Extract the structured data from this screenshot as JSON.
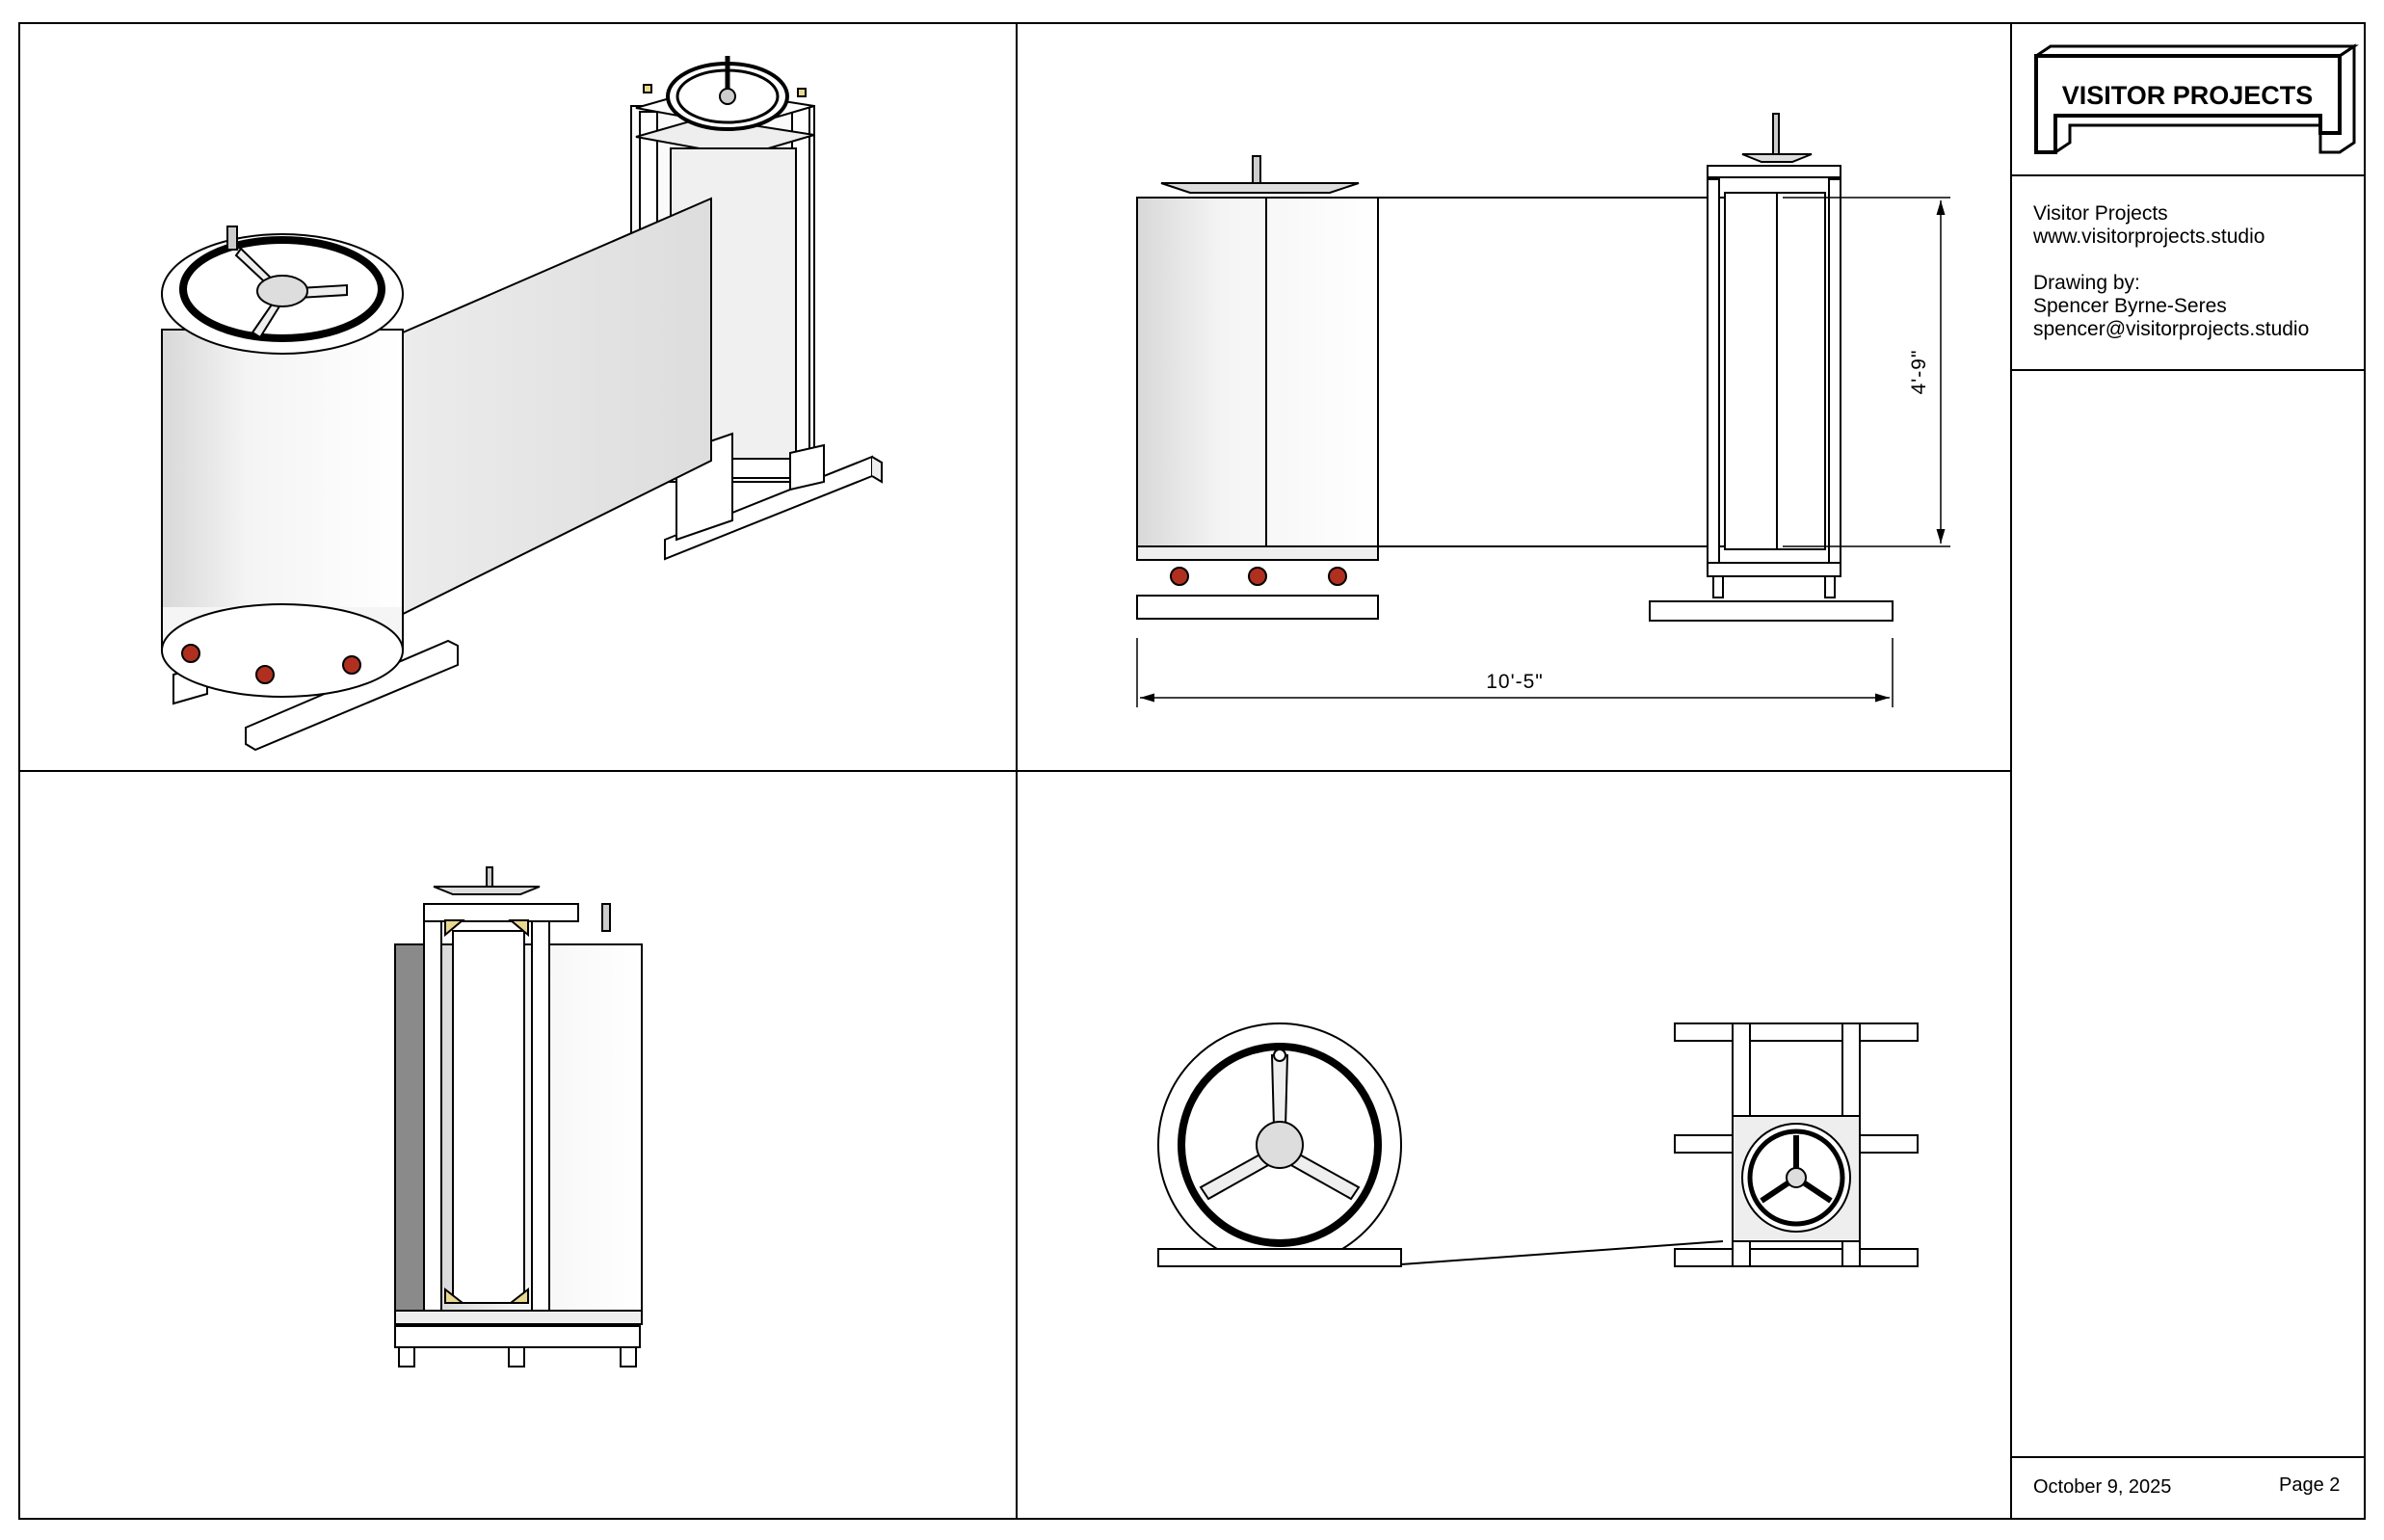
{
  "titleblock": {
    "logo_text": "VISITOR PROJECTS",
    "studio_name": "Visitor Projects",
    "website": "www.visitorprojects.studio",
    "drawing_by_label": "Drawing by:",
    "author": "Spencer Byrne-Seres",
    "email": "spencer@visitorprojects.studio",
    "date": "October 9, 2025",
    "page": "Page 2"
  },
  "views": {
    "elevation": {
      "height_dimension": "4'-9\"",
      "width_dimension": "10'-5\""
    }
  },
  "colors": {
    "line": "#000000",
    "background": "#ffffff",
    "shade": "#e6e6e6",
    "dark_shade": "#8a8a8a",
    "bolt_red": "#b03020",
    "corner_yellow": "#e8d890"
  }
}
